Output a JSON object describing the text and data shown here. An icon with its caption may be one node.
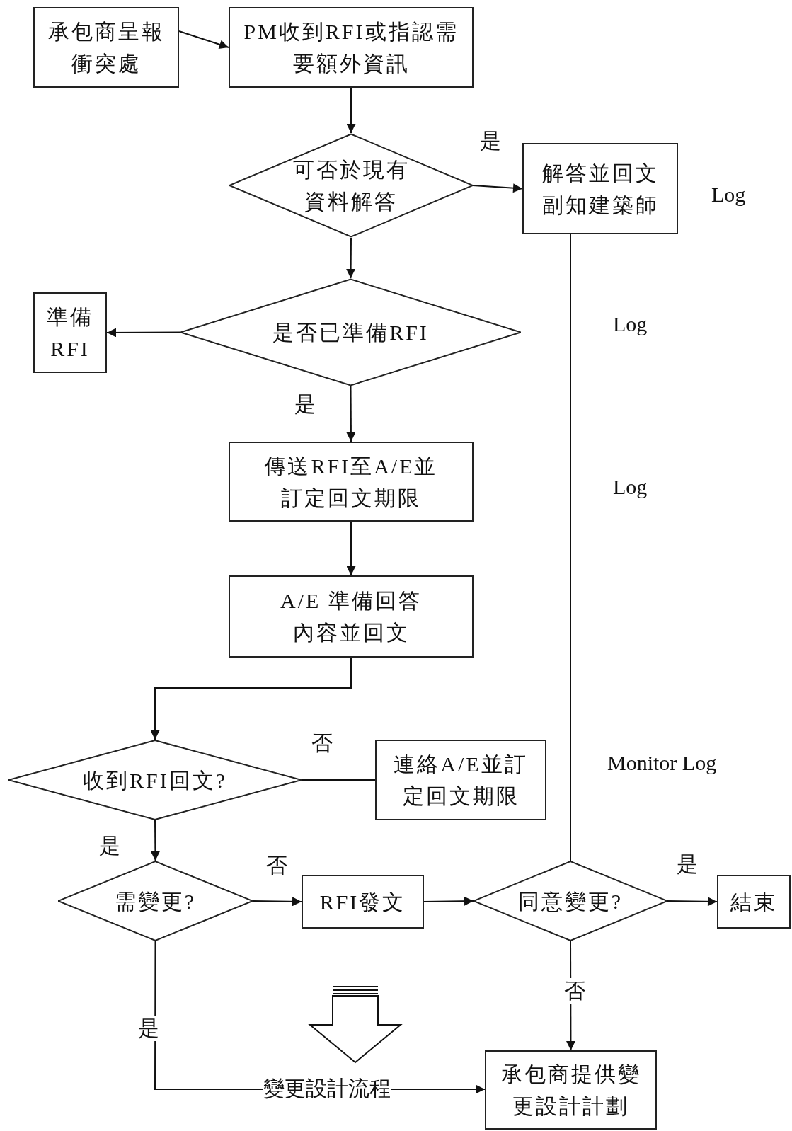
{
  "diagram": {
    "nodes": [
      {
        "text": [
          "承包商呈報衝突處"
        ]
      },
      {
        "text": [
          "PM收到RFI或指認需要額外資訊"
        ]
      },
      {
        "text": [
          "可否於現有資料解答"
        ]
      },
      {
        "text": [
          "解答並回文副知建築師"
        ]
      },
      {
        "text": [
          "是否已準備RFI"
        ]
      },
      {
        "text": [
          "準備RFI"
        ]
      },
      {
        "text": [
          "傳送RFI至A/E並訂定回文期限"
        ]
      },
      {
        "text": [
          "A/E 準備回答內容並回文"
        ]
      },
      {
        "text": [
          "收到RFI回文?"
        ]
      },
      {
        "text": [
          "連絡A/E並訂定回文期限"
        ]
      },
      {
        "text": [
          "需變更?"
        ]
      },
      {
        "text": [
          "RFI發文"
        ]
      },
      {
        "text": [
          "同意變更?"
        ]
      },
      {
        "text": [
          "結束"
        ]
      },
      {
        "text": [
          "承包商提供變更設計計劃"
        ]
      }
    ],
    "edges": [
      {
        "from": 0,
        "to": 1,
        "arrow": "to"
      },
      {
        "from": 1,
        "to": 2,
        "arrow": "to"
      },
      {
        "from": 2,
        "to": 3,
        "arrow": "to",
        "label": "是"
      },
      {
        "from": 2,
        "to": 4,
        "arrow": "to"
      },
      {
        "from": 4,
        "to": 5,
        "arrow": "to"
      },
      {
        "from": 4,
        "to": 6,
        "arrow": "to",
        "label": "是"
      },
      {
        "from": 6,
        "to": 7,
        "arrow": "to"
      },
      {
        "from": 7,
        "to": 8,
        "arrow": "to"
      },
      {
        "from": 8,
        "to": 9,
        "arrow": "none",
        "label": "否"
      },
      {
        "from": 8,
        "to": 10,
        "arrow": "to",
        "label": "是"
      },
      {
        "from": 10,
        "to": 11,
        "arrow": "to",
        "label": "否"
      },
      {
        "from": 11,
        "to": 12,
        "arrow": "to"
      },
      {
        "from": 3,
        "to": 12,
        "arrow": "none"
      },
      {
        "from": 12,
        "to": 13,
        "arrow": "to",
        "label": "是"
      },
      {
        "from": 12,
        "to": 14,
        "arrow": "to",
        "label": "否"
      },
      {
        "from": 10,
        "to": 14,
        "arrow": "to",
        "label": "是"
      }
    ],
    "labels": [
      "Log",
      "Log",
      "Log",
      "Monitor Log",
      "變更設計流程"
    ]
  }
}
